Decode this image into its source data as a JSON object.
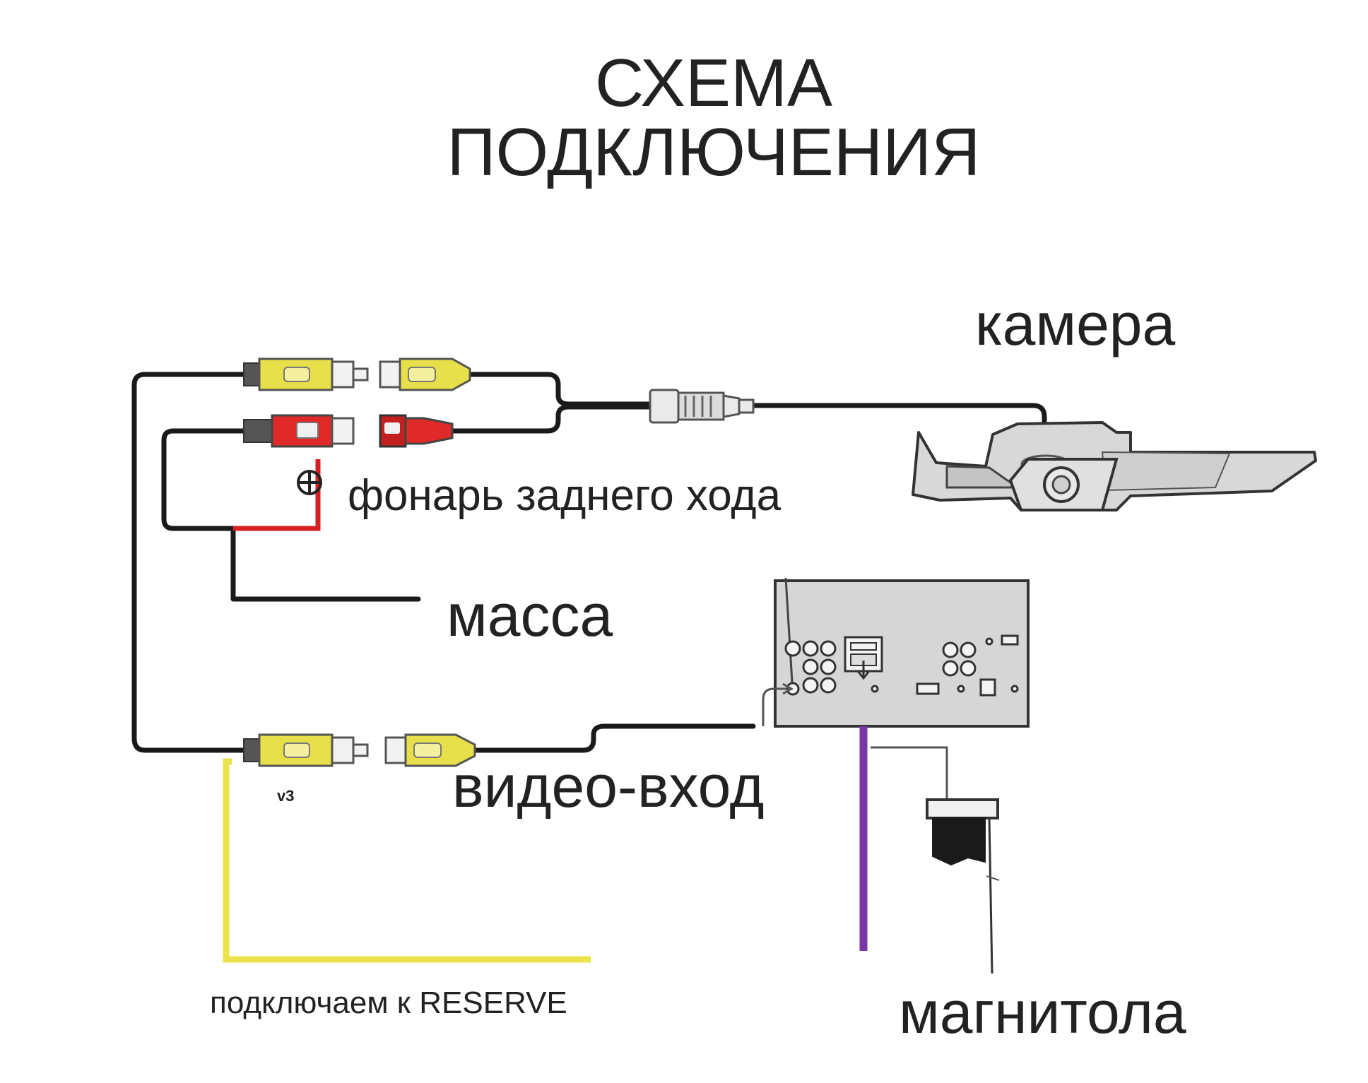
{
  "title": {
    "line1": "СХЕМА",
    "line2": "ПОДКЛЮЧЕНИЯ"
  },
  "labels": {
    "camera": "камера",
    "reverse_light": "фонарь заднего хода",
    "ground": "масса",
    "video_input": "видео-вход",
    "v3": "v3",
    "reserve": "подключаем к RESERVE",
    "head_unit": "магнитола"
  },
  "symbols": {
    "plus": "plus-in-circle-icon"
  },
  "colors": {
    "wire": "#1a1a1a",
    "plus_wire": "#d42020",
    "rca_yellow": "#e8e04a",
    "rca_red": "#e02a2a",
    "reserve_wire": "#ece24a",
    "purple_wire": "#7a36a8",
    "device_gray": "#d6d6d6"
  }
}
